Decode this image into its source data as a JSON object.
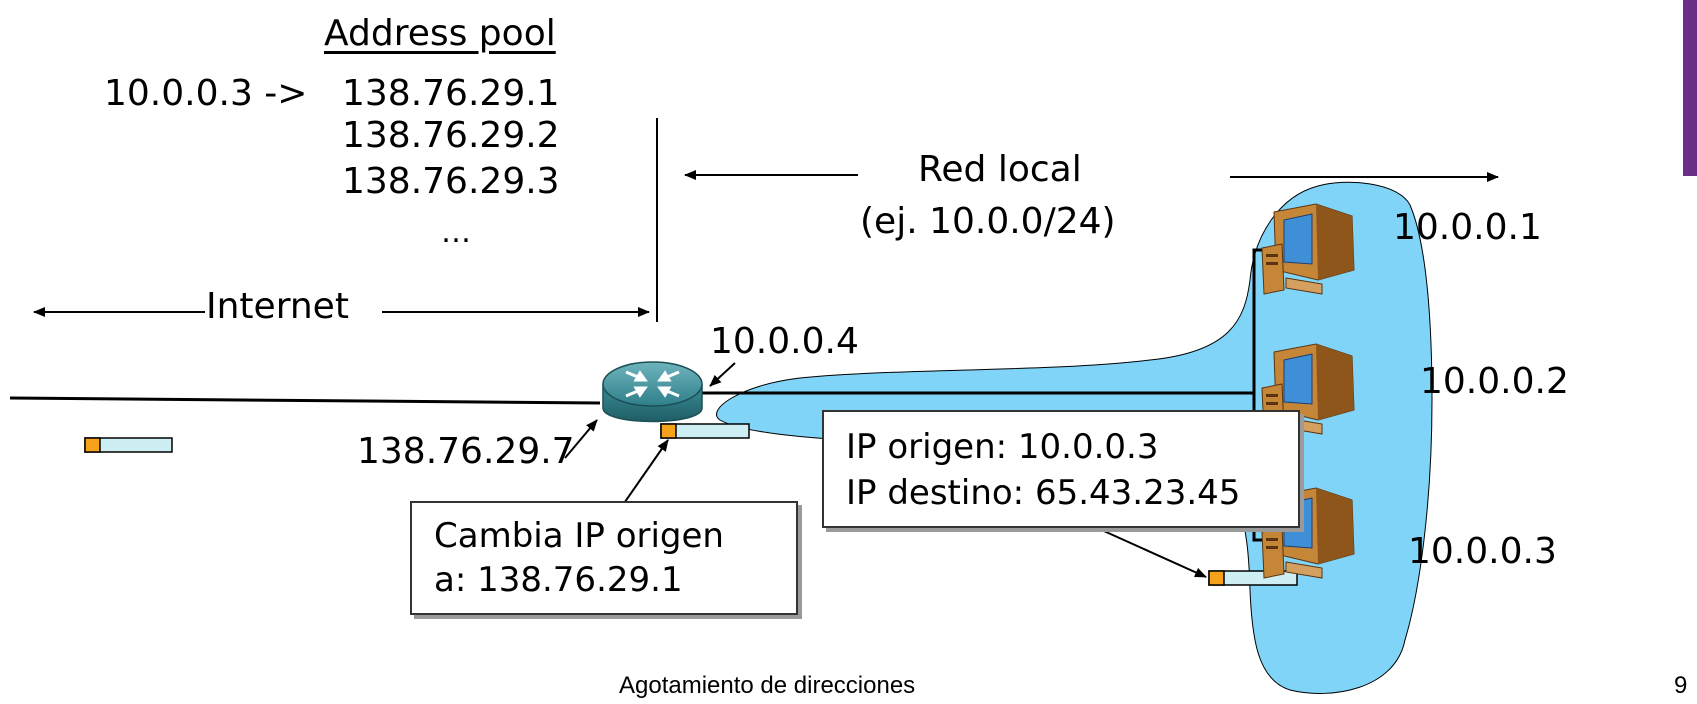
{
  "pool": {
    "title": "Address pool",
    "mapping_prefix": "10.0.0.3 ->",
    "addresses": [
      "138.76.29.1",
      "138.76.29.2",
      "138.76.29.3"
    ],
    "ellipsis": "…"
  },
  "labels": {
    "internet": "Internet",
    "red_local": "Red local",
    "red_local_subnet": "(ej. 10.0.0/24)",
    "router_lan_ip": "10.0.0.4",
    "router_wan_ip": "138.76.29.7",
    "host1_ip": "10.0.0.1",
    "host2_ip": "10.0.0.2",
    "host3_ip": "10.0.0.3"
  },
  "router_box": {
    "line1": "Cambia IP origen",
    "line2": "a: 138.76.29.1"
  },
  "packet_box": {
    "line1": "IP origen: 10.0.0.3",
    "line2": "IP destino: 65.43.23.45"
  },
  "footer": {
    "title": "Agotamiento de direcciones",
    "page": "9"
  },
  "colors": {
    "lan_cloud": "#80d4f7",
    "packet_head": "#f5a31a",
    "packet_body": "#cdeef2",
    "router": "#3f8f99",
    "accent": "#6a2f86",
    "monitor": "#b8742a",
    "screen": "#3f8fd6"
  },
  "icons": [
    "router-icon",
    "computer-icon"
  ]
}
